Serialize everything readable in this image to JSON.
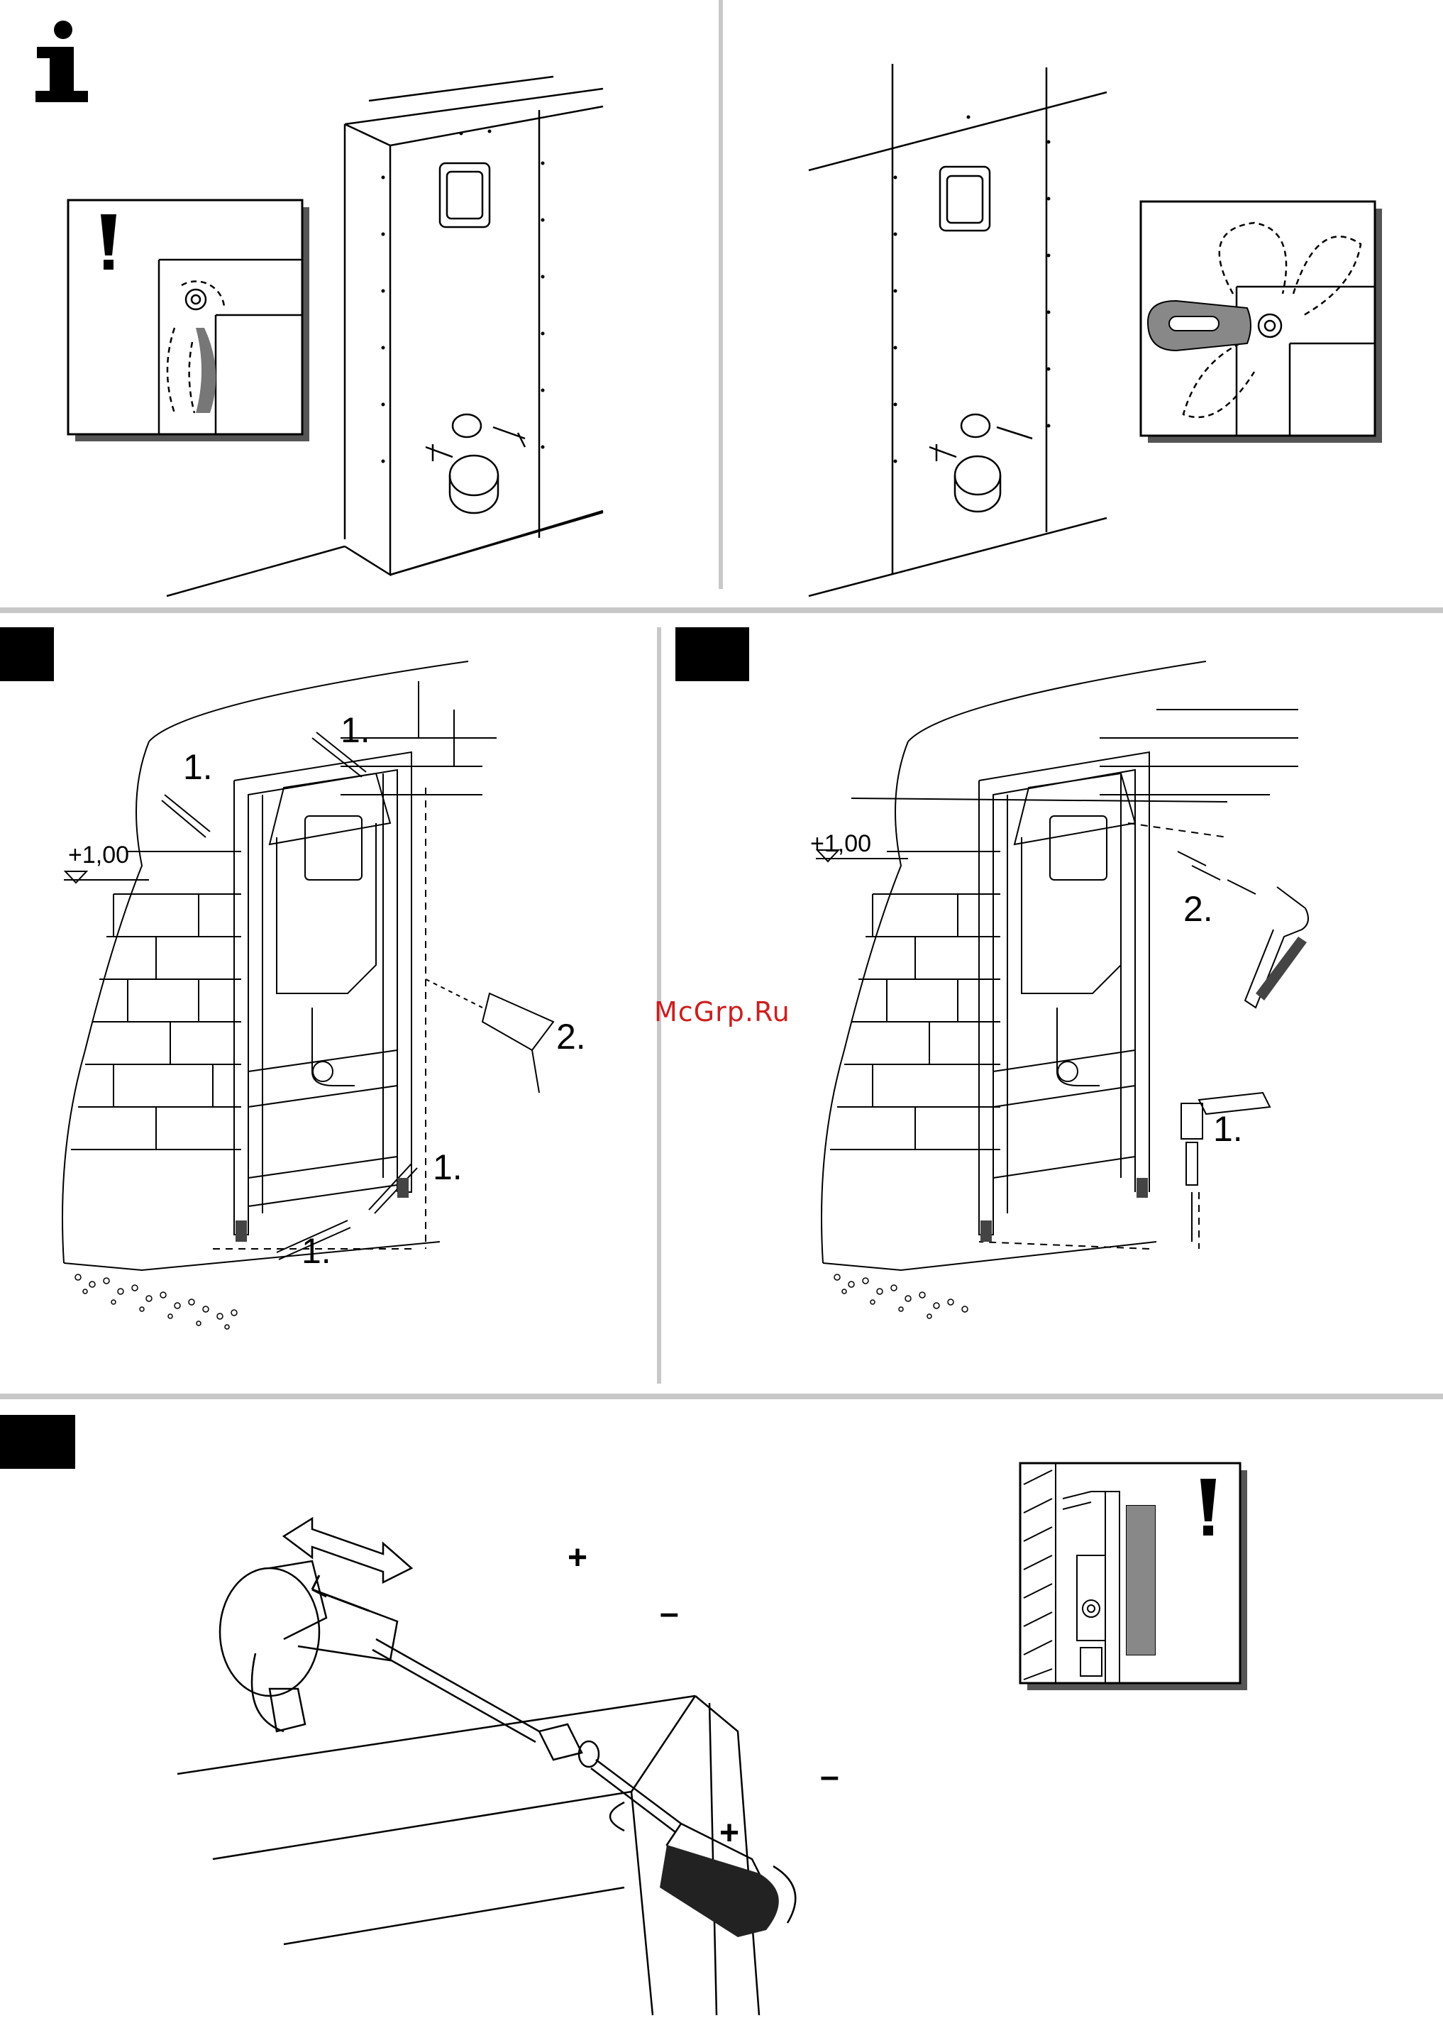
{
  "header": {
    "info_icon": "info-i-icon"
  },
  "panels": {
    "top_left": {
      "alert_icon": "exclamation-icon"
    },
    "top_right": {},
    "middle_left": {
      "level_label": "+1,00",
      "step1_top_left": "1.",
      "step1_top_right": "1.",
      "step1_right": "1.",
      "step1_bottom": "1.",
      "step2": "2."
    },
    "middle_right": {
      "level_label": "+1,00",
      "step2": "2.",
      "step1": "1."
    },
    "bottom": {
      "plus_top": "+",
      "minus_top": "–",
      "minus_screw": "–",
      "plus_screw": "+",
      "alert_icon": "exclamation-icon"
    }
  },
  "watermark": "McGrp.Ru",
  "colors": {
    "divider": "#c8c8c8",
    "ink": "#000000",
    "watermark": "#cc1f1f",
    "step_block": "#000000"
  }
}
